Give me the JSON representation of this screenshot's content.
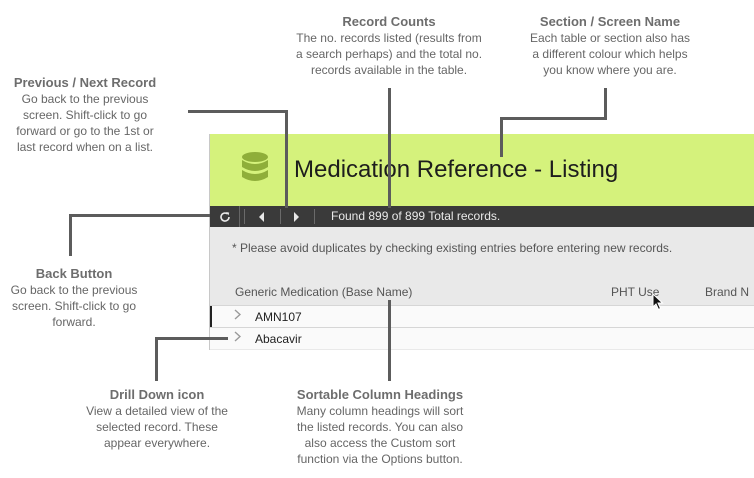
{
  "annotations": {
    "record_counts": {
      "heading": "Record Counts",
      "lines": [
        "The no. records listed (results from",
        "a search perhaps) and the total no.",
        "records available in the table."
      ]
    },
    "section_name": {
      "heading": "Section / Screen Name",
      "lines": [
        "Each table or section also has",
        "a different colour which helps",
        "you know where you are."
      ]
    },
    "prev_next": {
      "heading": "Previous / Next Record",
      "lines": [
        "Go back to the previous",
        "screen. Shift-click to go",
        "forward or go to the 1st or",
        "last record when on a list."
      ]
    },
    "back_button": {
      "heading": "Back Button",
      "lines": [
        "Go back to the previous",
        "screen. Shift-click to go",
        "forward."
      ]
    },
    "drill_down": {
      "heading": "Drill Down icon",
      "lines": [
        "View a detailed view of the",
        "selected record. These",
        "appear everywhere."
      ]
    },
    "sortable": {
      "heading": "Sortable Column Headings",
      "lines": [
        "Many column headings will sort",
        "the listed records. You can also",
        "also access the Custom sort",
        "function via the Options button."
      ]
    }
  },
  "app": {
    "section_color": "#d5f27c",
    "title": "Medication Reference - Listing",
    "icons": {
      "section": "database-icon",
      "back": "refresh-icon",
      "prev": "chevron-left-icon",
      "next": "chevron-right-icon",
      "drill": "chevron-right-icon",
      "cursor": "mouse-pointer-icon"
    },
    "toolbar": {
      "count_text": "Found 899 of 899 Total records."
    },
    "notice": "* Please avoid duplicates by checking existing entries before entering new records.",
    "columns": [
      "Generic Medication (Base Name)",
      "PHT Use",
      "Brand N"
    ],
    "rows": [
      "AMN107",
      "Abacavir"
    ]
  }
}
